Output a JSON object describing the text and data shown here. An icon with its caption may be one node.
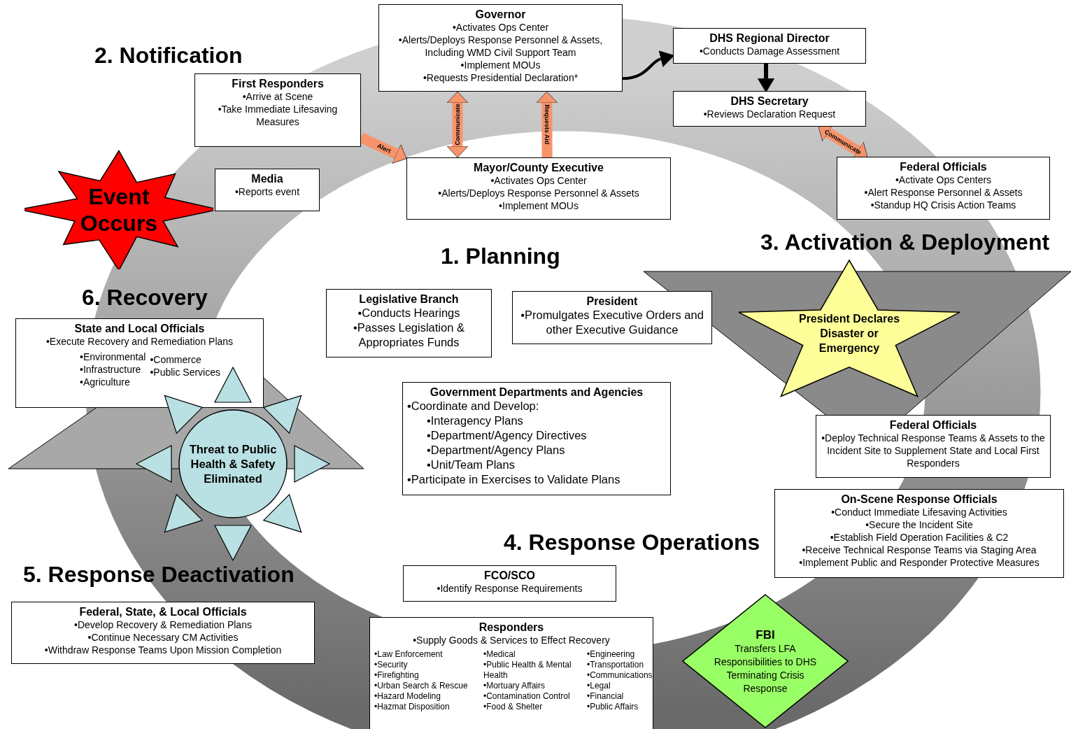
{
  "diagram": {
    "nodes": [
      {
        "text": [
          "Event Occurs"
        ]
      },
      {
        "text": [
          "First Responders",
          "•Arrive at Scene",
          "•Take Immediate Lifesaving Measures"
        ]
      },
      {
        "text": [
          "Media",
          "•Reports event"
        ]
      },
      {
        "text": [
          "Governor",
          "•Activates Ops Center",
          "•Alerts/Deploys Response Personnel & Assets, Including WMD Civil Support Team",
          "•Implement MOUs",
          "•Requests Presidential Declaration*"
        ]
      },
      {
        "text": [
          "DHS Regional Director",
          "•Conducts Damage Assessment"
        ]
      },
      {
        "text": [
          "DHS Secretary",
          "•Reviews Declaration Request"
        ]
      },
      {
        "text": [
          "Mayor/County Executive",
          "•Activates Ops Center",
          "•Alerts/Deploys Response Personnel & Assets",
          "•Implement MOUs"
        ]
      },
      {
        "text": [
          "Federal Officials",
          "•Activate Ops Centers",
          "•Alert Response Personnel & Assets",
          "•Standup HQ Crisis Action Teams"
        ]
      },
      {
        "text": [
          "Legislative Branch",
          "•Conducts Hearings",
          "•Passes Legislation & Appropriates Funds"
        ]
      },
      {
        "text": [
          "President",
          "•Promulgates Executive Orders and other Executive Guidance"
        ]
      },
      {
        "text": [
          "President Declares Disaster or Emergency"
        ]
      },
      {
        "text": [
          "State and Local Officials",
          "•Execute Recovery and Remediation Plans",
          "•Environmental",
          "•Infrastructure",
          "•Agriculture",
          "•Commerce",
          "•Public Services"
        ]
      },
      {
        "text": [
          "Government Departments and Agencies",
          "•Coordinate and Develop:",
          "•Interagency Plans",
          "•Department/Agency Directives",
          "•Department/Agency Plans",
          "•Unit/Team Plans",
          "•Participate in Exercises to Validate Plans"
        ]
      },
      {
        "text": [
          "Threat to Public Health & Safety Eliminated"
        ]
      },
      {
        "text": [
          "Federal Officials",
          "•Deploy Technical Response Teams & Assets to the Incident Site to Supplement State and Local First Responders"
        ]
      },
      {
        "text": [
          "On-Scene Response Officials",
          "•Conduct Immediate Lifesaving Activities",
          "•Secure the Incident Site",
          "•Establish Field Operation Facilities & C2",
          "•Receive Technical Response Teams via Staging Area",
          "•Implement Public and Responder Protective Measures"
        ]
      },
      {
        "text": [
          "FCO/SCO",
          "•Identify Response Requirements"
        ]
      },
      {
        "text": [
          "Federal, State, & Local Officials",
          "•Develop Recovery & Remediation Plans",
          "•Continue Necessary CM Activities",
          "•Withdraw Response Teams Upon Mission Completion"
        ]
      },
      {
        "text": [
          "Responders",
          "•Supply Goods & Services to Effect Recovery",
          "•Law Enforcement",
          "•Security",
          "•Firefighting",
          "•Urban Search & Rescue",
          "•Hazard Modeling",
          "•Hazmat Disposition",
          "•Medical",
          "•Public Health & Mental Health",
          "•Mortuary Affairs",
          "•Contamination Control",
          "•Food & Shelter",
          "•Engineering",
          "•Transportation",
          "•Communications",
          "•Legal",
          "•Financial",
          "•Public Affairs"
        ]
      },
      {
        "text": [
          "FBI",
          "Transfers LFA Responsibilities to DHS Terminating Crisis Response"
        ]
      }
    ],
    "edges": [
      {
        "from": 1,
        "to": 6,
        "arrow": "to",
        "label": "Alert"
      },
      {
        "from": 3,
        "to": 6,
        "arrow": "both",
        "label": "Communicate"
      },
      {
        "from": 6,
        "to": 3,
        "arrow": "to",
        "label": "Requests Aid"
      },
      {
        "from": 3,
        "to": 4,
        "arrow": "to",
        "color": "#000000"
      },
      {
        "from": 4,
        "to": 5,
        "arrow": "to",
        "color": "#000000"
      },
      {
        "from": 5,
        "to": 7,
        "arrow": "both",
        "label": "Communicate"
      }
    ],
    "labels": [
      "2. Notification",
      "1. Planning",
      "3. Activation & Deployment",
      "6. Recovery",
      "4. Response Operations",
      "5. Response Deactivation"
    ]
  }
}
